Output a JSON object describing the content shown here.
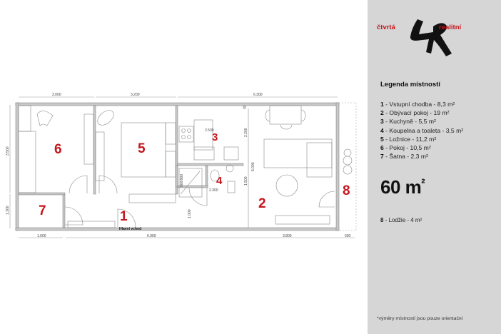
{
  "brand": {
    "name_left": "čtvrtá",
    "name_right": "realitní",
    "accent_color": "#c4161c"
  },
  "legend": {
    "title": "Legenda místností",
    "items": [
      {
        "num": "1",
        "label": "- Vstupní chodba - 8,3 m²"
      },
      {
        "num": "2",
        "label": "- Obývací pokoj - 19 m²"
      },
      {
        "num": "3",
        "label": "- Kuchyně - 5,5 m²"
      },
      {
        "num": "4",
        "label": "- Koupelna a toaleta - 3,5 m²"
      },
      {
        "num": "5",
        "label": "- Ložnice - 11,2 m²"
      },
      {
        "num": "6",
        "label": "- Pokoj - 10,5 m²"
      },
      {
        "num": "7",
        "label": "- Šatna - 2,3 m²"
      }
    ],
    "total_area": "60 m",
    "total_area_sup": "²",
    "extra": {
      "num": "8",
      "label": "- Lodžie - 4 m²"
    },
    "note": "*výměry místností jsou pouze orientační"
  },
  "plan": {
    "rooms": [
      {
        "num": "1",
        "name": "Vstupní chodba"
      },
      {
        "num": "2",
        "name": "Obývací pokoj"
      },
      {
        "num": "3",
        "name": "Kuchyně"
      },
      {
        "num": "4",
        "name": "Koupelna a toaleta"
      },
      {
        "num": "5",
        "name": "Ložnice"
      },
      {
        "num": "6",
        "name": "Pokoj"
      },
      {
        "num": "7",
        "name": "Šatna"
      },
      {
        "num": "8",
        "name": "Lodžie"
      }
    ],
    "main_entry_label": "Hlavní vchod",
    "dimensions": {
      "top_1": "3.000",
      "top_2": "3.200",
      "top_3": "6.300",
      "left_1": "3.500",
      "left_2": "1.300",
      "bottom_1": "1.600",
      "bottom_2": "6.900",
      "bottom_3": "3.800",
      "bottom_4": "600",
      "kitchen_w": "2.500",
      "kitchen_h": "2.200",
      "bath_w": "2.300",
      "bath_h": "1.500",
      "hall_h": "1.000",
      "living_h": "5.000",
      "shower": "900/900"
    }
  }
}
